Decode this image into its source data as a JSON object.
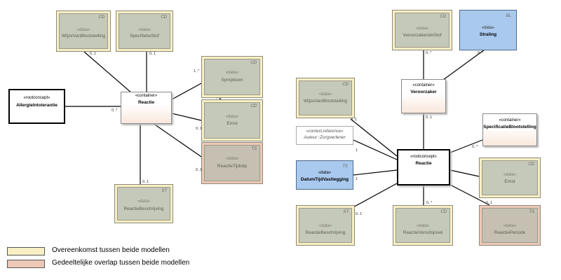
{
  "colors": {
    "overeenkomst": "#f8efc4",
    "gedeeltelijk": "#eec8b6",
    "data_type_blue": "#a9c9ee"
  },
  "left": {
    "allergie": {
      "stereo": "«rootconcept»",
      "name": "AllergieIntolerantie"
    },
    "reactie": {
      "stereo": "«container»",
      "name": "Reactie"
    },
    "wijze": {
      "stereo": "«data»",
      "name": "WijzeVanBlootstelling",
      "type": "CD"
    },
    "specifieke": {
      "stereo": "«data»",
      "name": "SpecifiekeStof",
      "type": "CD"
    },
    "symptoom": {
      "stereo": "«data»",
      "name": "Symptoom",
      "type": "CD"
    },
    "ernst": {
      "stereo": "«data»",
      "name": "Ernst",
      "type": "CD"
    },
    "tijdstip": {
      "stereo": "«data»",
      "name": "ReactieTijdstip",
      "type": "TS"
    },
    "beschrijving": {
      "stereo": "«data»",
      "name": "ReactieBeschrijving",
      "type": "ST"
    },
    "mult": {
      "wijze": "0..1",
      "specifieke": "0..1",
      "symptoom": "1..*",
      "ernst": "0..1",
      "tijdstip": "0..1",
      "beschrijving": "0..1",
      "allergie": "0..*"
    }
  },
  "right": {
    "veroorzakende": {
      "stereo": "«data»",
      "name": "VeroorzakendeStof",
      "type": "CD"
    },
    "straling": {
      "stereo": "«data»",
      "name": "Straling",
      "type": "BL"
    },
    "veroorzaker": {
      "stereo": "«container»",
      "name": "Veroorzaker"
    },
    "wijze": {
      "stereo": "«data»",
      "name": "WijzeVanBlootstelling",
      "type": "CD"
    },
    "specificatie": {
      "stereo": "«container»",
      "name": "SpecificatieBlootstelling"
    },
    "auteur": {
      "stereo": "«context,reference»",
      "name": "Auteur::Zorgverlener"
    },
    "reactie": {
      "stereo": "«rootconcept»",
      "name": "Reactie"
    },
    "datum": {
      "stereo": "«data»",
      "name": "DatumTijdVastlegging",
      "type": "TS"
    },
    "ernst": {
      "stereo": "«data»",
      "name": "Ernst",
      "type": "CD"
    },
    "beschrijving": {
      "stereo": "«data»",
      "name": "ReactieBeschrijving",
      "type": "ST"
    },
    "verschijnsel": {
      "stereo": "«data»",
      "name": "ReactieVerschijnsel",
      "type": "CD"
    },
    "periode": {
      "stereo": "«data»",
      "name": "ReactiePeriode",
      "type": "TS"
    },
    "mult": {
      "veroorzakende": "0..*",
      "straling": "0..*",
      "veroorzaker": "0..1",
      "wijze": "0..1",
      "specificatie": "0..*",
      "auteur": "1",
      "datum": "1",
      "beschrijving": "0..1",
      "verschijnsel": "0..*",
      "periode": "0..1"
    }
  },
  "legend": {
    "overeenkomst": "Overeenkomst tussen beide modellen",
    "gedeeltelijk": "Gedeeltelijke overlap tussen beide modellen"
  }
}
